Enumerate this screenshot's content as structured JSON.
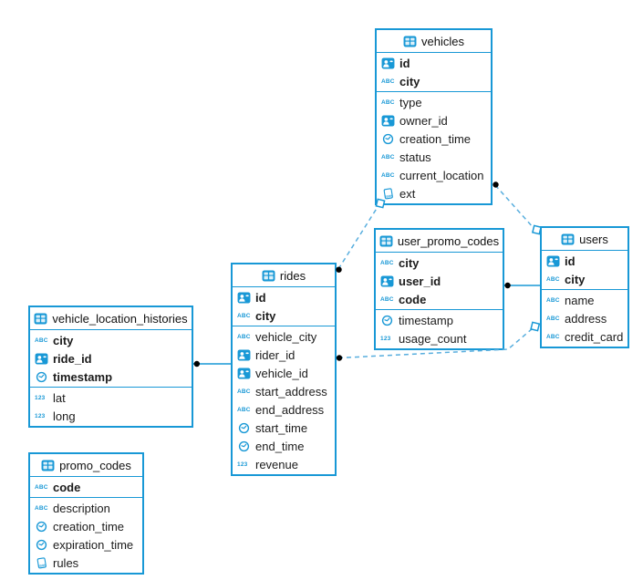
{
  "glyphs": {
    "string": "ABC",
    "number": "123",
    "json": "JSON"
  },
  "colors": {
    "accent": "#1898d6",
    "dashed_line": "#58aede",
    "connector_dot": "#000000",
    "background": "#ffffff"
  },
  "diagram": {
    "tables": {
      "vehicles": {
        "title": "vehicles",
        "key_columns": [
          {
            "label": "id",
            "type": "id"
          },
          {
            "label": "city",
            "type": "string"
          }
        ],
        "columns": [
          {
            "label": "type",
            "type": "string"
          },
          {
            "label": "owner_id",
            "type": "id"
          },
          {
            "label": "creation_time",
            "type": "time"
          },
          {
            "label": "status",
            "type": "string"
          },
          {
            "label": "current_location",
            "type": "string"
          },
          {
            "label": "ext",
            "type": "json"
          }
        ]
      },
      "user_promo_codes": {
        "title": "user_promo_codes",
        "key_columns": [
          {
            "label": "city",
            "type": "string"
          },
          {
            "label": "user_id",
            "type": "id"
          },
          {
            "label": "code",
            "type": "string"
          }
        ],
        "columns": [
          {
            "label": "timestamp",
            "type": "time"
          },
          {
            "label": "usage_count",
            "type": "number"
          }
        ]
      },
      "users": {
        "title": "users",
        "key_columns": [
          {
            "label": "id",
            "type": "id"
          },
          {
            "label": "city",
            "type": "string"
          }
        ],
        "columns": [
          {
            "label": "name",
            "type": "string"
          },
          {
            "label": "address",
            "type": "string"
          },
          {
            "label": "credit_card",
            "type": "string"
          }
        ]
      },
      "rides": {
        "title": "rides",
        "key_columns": [
          {
            "label": "id",
            "type": "id"
          },
          {
            "label": "city",
            "type": "string"
          }
        ],
        "columns": [
          {
            "label": "vehicle_city",
            "type": "string"
          },
          {
            "label": "rider_id",
            "type": "id"
          },
          {
            "label": "vehicle_id",
            "type": "id"
          },
          {
            "label": "start_address",
            "type": "string"
          },
          {
            "label": "end_address",
            "type": "string"
          },
          {
            "label": "start_time",
            "type": "time"
          },
          {
            "label": "end_time",
            "type": "time"
          },
          {
            "label": "revenue",
            "type": "number"
          }
        ]
      },
      "vehicle_location_histories": {
        "title": "vehicle_location_histories",
        "key_columns": [
          {
            "label": "city",
            "type": "string"
          },
          {
            "label": "ride_id",
            "type": "id"
          },
          {
            "label": "timestamp",
            "type": "time"
          }
        ],
        "columns": [
          {
            "label": "lat",
            "type": "number"
          },
          {
            "label": "long",
            "type": "number"
          }
        ]
      },
      "promo_codes": {
        "title": "promo_codes",
        "key_columns": [
          {
            "label": "code",
            "type": "string"
          }
        ],
        "columns": [
          {
            "label": "description",
            "type": "string"
          },
          {
            "label": "creation_time",
            "type": "time"
          },
          {
            "label": "expiration_time",
            "type": "time"
          },
          {
            "label": "rules",
            "type": "json"
          }
        ]
      }
    },
    "relationships": [
      {
        "from": "rides",
        "to": "vehicles",
        "style": "dashed"
      },
      {
        "from": "vehicles",
        "to": "users",
        "style": "dashed"
      },
      {
        "from": "rides",
        "to": "users",
        "style": "dashed"
      },
      {
        "from": "user_promo_codes",
        "to": "users",
        "style": "solid"
      },
      {
        "from": "vehicle_location_histories",
        "to": "rides",
        "style": "solid"
      }
    ]
  }
}
